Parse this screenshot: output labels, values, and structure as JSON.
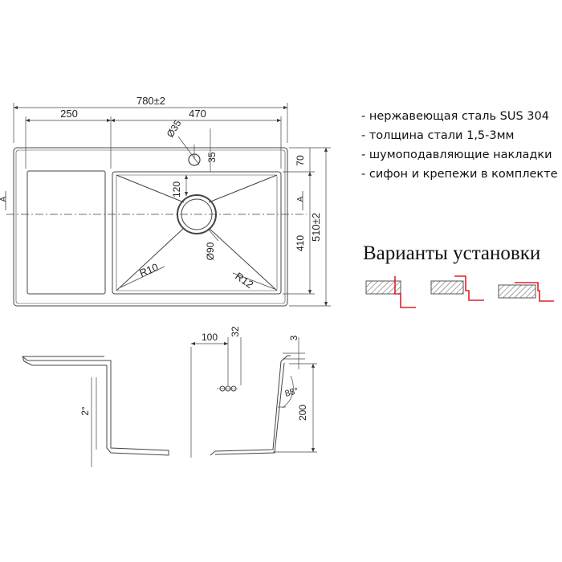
{
  "specs": [
    "- нержавеющая сталь SUS 304",
    "- толщина стали 1,5-3мм",
    "- шумоподавляющие накладки",
    "- сифон и крепежи в комплекте"
  ],
  "variants_title": "Варианты установки",
  "top_view": {
    "overall_width": "780±2",
    "drainboard_width": "250",
    "bowl_width": "470",
    "tap_hole_diameter": "Ø35",
    "tap_hole_offset": "35",
    "top_margin": "70",
    "drain_offset": "120",
    "bowl_depth": "410",
    "overall_depth": "510±2",
    "drain_diameter": "Ø90",
    "corner_radius_bowl": "R10",
    "corner_radius_rim": "R12",
    "section_mark_left": "A",
    "section_mark_right": "A"
  },
  "section_view": {
    "overflow_offset": "100",
    "overflow_size": "32",
    "rim_thickness": "3",
    "rim_angle": "88°",
    "drainboard_slope": "2°",
    "bowl_height": "200"
  },
  "colors": {
    "line": "#444444",
    "accent": "#e0202a",
    "hatch": "#666666"
  }
}
